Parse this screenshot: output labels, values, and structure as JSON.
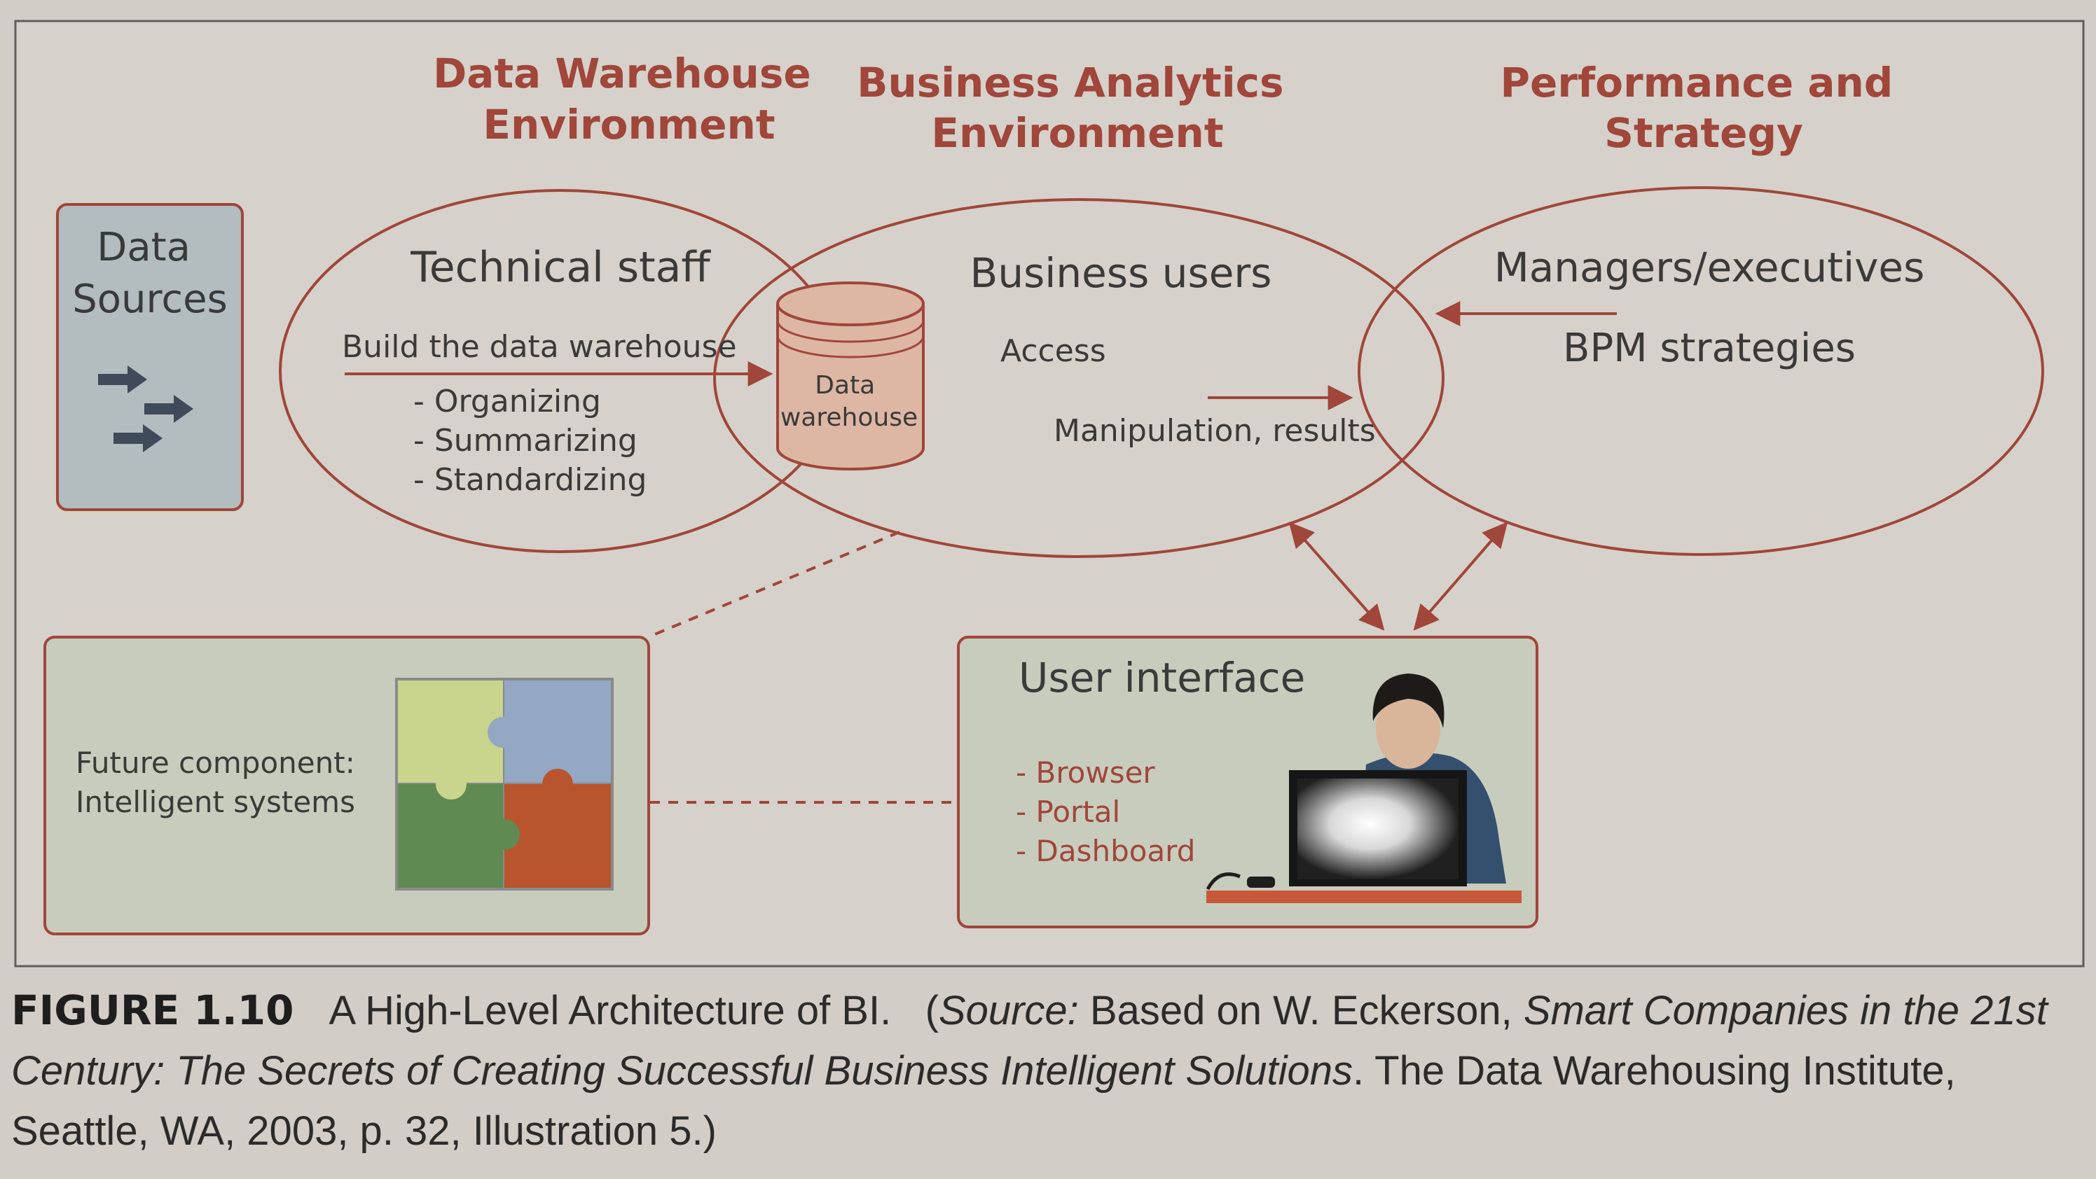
{
  "headers": {
    "data_warehouse": [
      "Data Warehouse",
      "Environment"
    ],
    "business_analytics": [
      "Business Analytics",
      "Environment"
    ],
    "performance": [
      "Performance and",
      "Strategy"
    ]
  },
  "data_sources": {
    "label": [
      "Data",
      "Sources"
    ]
  },
  "technical": {
    "title": "Technical staff",
    "build": "Build the data warehouse",
    "items": [
      "- Organizing",
      "- Summarizing",
      "- Standardizing"
    ]
  },
  "warehouse": {
    "label": [
      "Data",
      "warehouse"
    ]
  },
  "business": {
    "title": "Business users",
    "access": "Access",
    "manipulation": "Manipulation, results"
  },
  "managers": {
    "title": "Managers/executives",
    "bpm": "BPM strategies"
  },
  "future": {
    "label": [
      "Future component:",
      "Intelligent systems"
    ]
  },
  "user_interface": {
    "title": "User interface",
    "items": [
      "- Browser",
      "- Portal",
      "- Dashboard"
    ]
  },
  "caption": {
    "figure": "FIGURE 1.10",
    "title": "A High-Level Architecture of BI.",
    "source_open": "(",
    "source_word": "Source:",
    "source_text": " Based on W. Eckerson, ",
    "book_title": "Smart Companies in the 21st Century: The Secrets of Creating Successful Business Intelligent Solutions",
    "publisher": ". The Data Warehousing Institute, Seattle, WA, 2003, p. 32, Illustration 5.)"
  },
  "colors": {
    "accent": "#a0463a",
    "panel_fill": "#c8ccbd",
    "data_sources_fill": "#b3bcbf",
    "background": "#d3cec7"
  }
}
